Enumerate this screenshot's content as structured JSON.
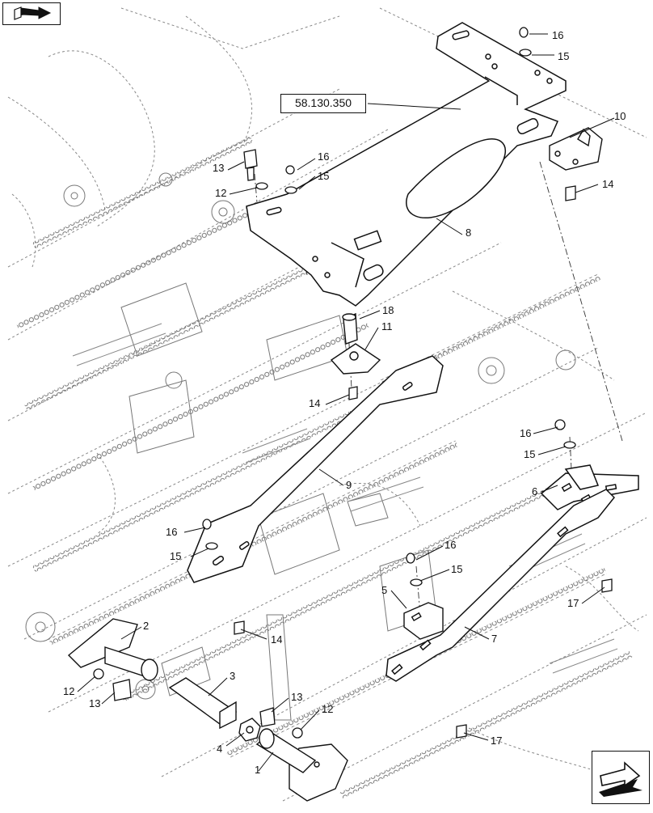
{
  "reference_link": "58.130.350",
  "callouts": [
    {
      "id": "c16a",
      "text": "16"
    },
    {
      "id": "c15a",
      "text": "15"
    },
    {
      "id": "c10",
      "text": "10"
    },
    {
      "id": "c14a",
      "text": "14"
    },
    {
      "id": "c8",
      "text": "8"
    },
    {
      "id": "c13a",
      "text": "13"
    },
    {
      "id": "c16b",
      "text": "16"
    },
    {
      "id": "c15b",
      "text": "15"
    },
    {
      "id": "c12a",
      "text": "12"
    },
    {
      "id": "c18",
      "text": "18"
    },
    {
      "id": "c11",
      "text": "11"
    },
    {
      "id": "c14b",
      "text": "14"
    },
    {
      "id": "c16c",
      "text": "16"
    },
    {
      "id": "c15c",
      "text": "15"
    },
    {
      "id": "c9",
      "text": "9"
    },
    {
      "id": "c6",
      "text": "6"
    },
    {
      "id": "c16d",
      "text": "16"
    },
    {
      "id": "c15d",
      "text": "15"
    },
    {
      "id": "c16e",
      "text": "16"
    },
    {
      "id": "c15e",
      "text": "15"
    },
    {
      "id": "c5",
      "text": "5"
    },
    {
      "id": "c17a",
      "text": "17"
    },
    {
      "id": "c2",
      "text": "2"
    },
    {
      "id": "c14c",
      "text": "14"
    },
    {
      "id": "c7",
      "text": "7"
    },
    {
      "id": "c3",
      "text": "3"
    },
    {
      "id": "c12b",
      "text": "12"
    },
    {
      "id": "c13b",
      "text": "13"
    },
    {
      "id": "c13c",
      "text": "13"
    },
    {
      "id": "c12c",
      "text": "12"
    },
    {
      "id": "c4",
      "text": "4"
    },
    {
      "id": "c17b",
      "text": "17"
    },
    {
      "id": "c1",
      "text": "1"
    }
  ],
  "icons": {
    "back": "back-arrow-icon",
    "next": "forward-arrow-icon"
  },
  "colors": {
    "line": "#111111",
    "dashed": "#7a7a7a",
    "background": "#ffffff"
  }
}
